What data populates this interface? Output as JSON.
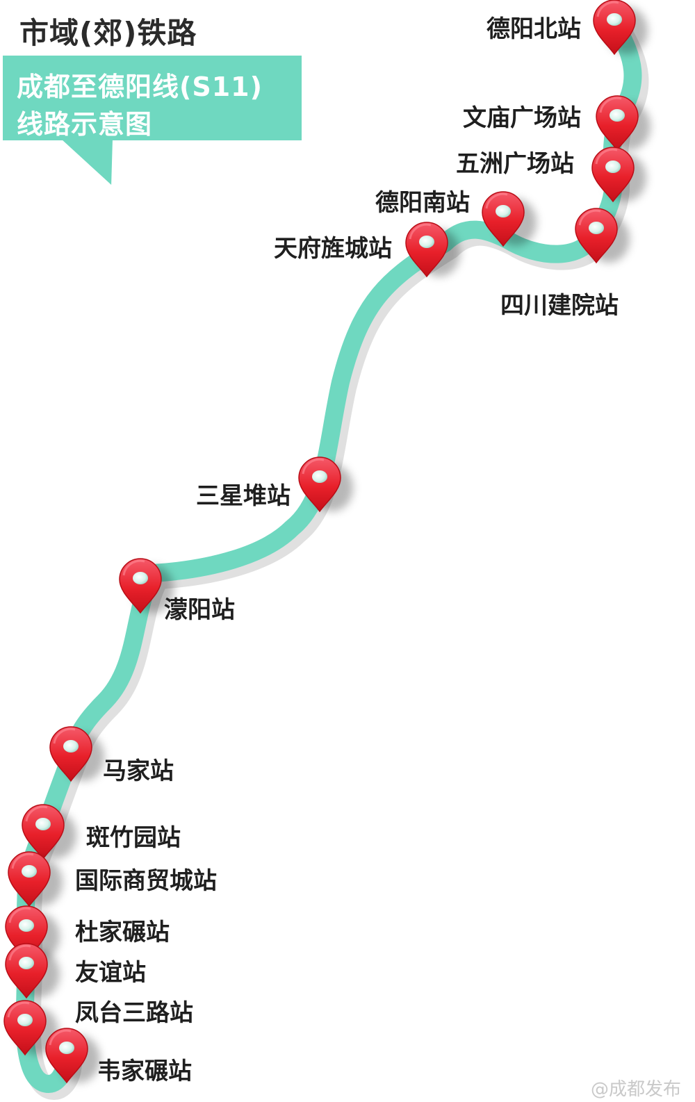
{
  "map": {
    "title": "市域(郊)铁路",
    "subtitle_line1": "成都至德阳线(S11)",
    "subtitle_line2": "线路示意图",
    "watermark": "@成都发布",
    "colors": {
      "line": "#6fd8c0",
      "banner": "#6fd8c0",
      "pin": "#e8202a",
      "pin_light": "#f55a6a",
      "text": "#1f1f1f"
    },
    "stations": [
      {
        "name": "德阳北站",
        "icon": "map-pin-icon"
      },
      {
        "name": "文庙广场站",
        "icon": "map-pin-icon"
      },
      {
        "name": "五洲广场站",
        "icon": "map-pin-icon"
      },
      {
        "name": "四川建院站",
        "icon": "map-pin-icon"
      },
      {
        "name": "德阳南站",
        "icon": "map-pin-icon"
      },
      {
        "name": "天府旌城站",
        "icon": "map-pin-icon"
      },
      {
        "name": "三星堆站",
        "icon": "map-pin-icon"
      },
      {
        "name": "濛阳站",
        "icon": "map-pin-icon"
      },
      {
        "name": "马家站",
        "icon": "map-pin-icon"
      },
      {
        "name": "斑竹园站",
        "icon": "map-pin-icon"
      },
      {
        "name": "国际商贸城站",
        "icon": "map-pin-icon"
      },
      {
        "name": "杜家碾站",
        "icon": "map-pin-icon"
      },
      {
        "name": "友谊站",
        "icon": "map-pin-icon"
      },
      {
        "name": "凤台三路站",
        "icon": "map-pin-icon"
      },
      {
        "name": "韦家碾站",
        "icon": "map-pin-icon"
      }
    ]
  }
}
